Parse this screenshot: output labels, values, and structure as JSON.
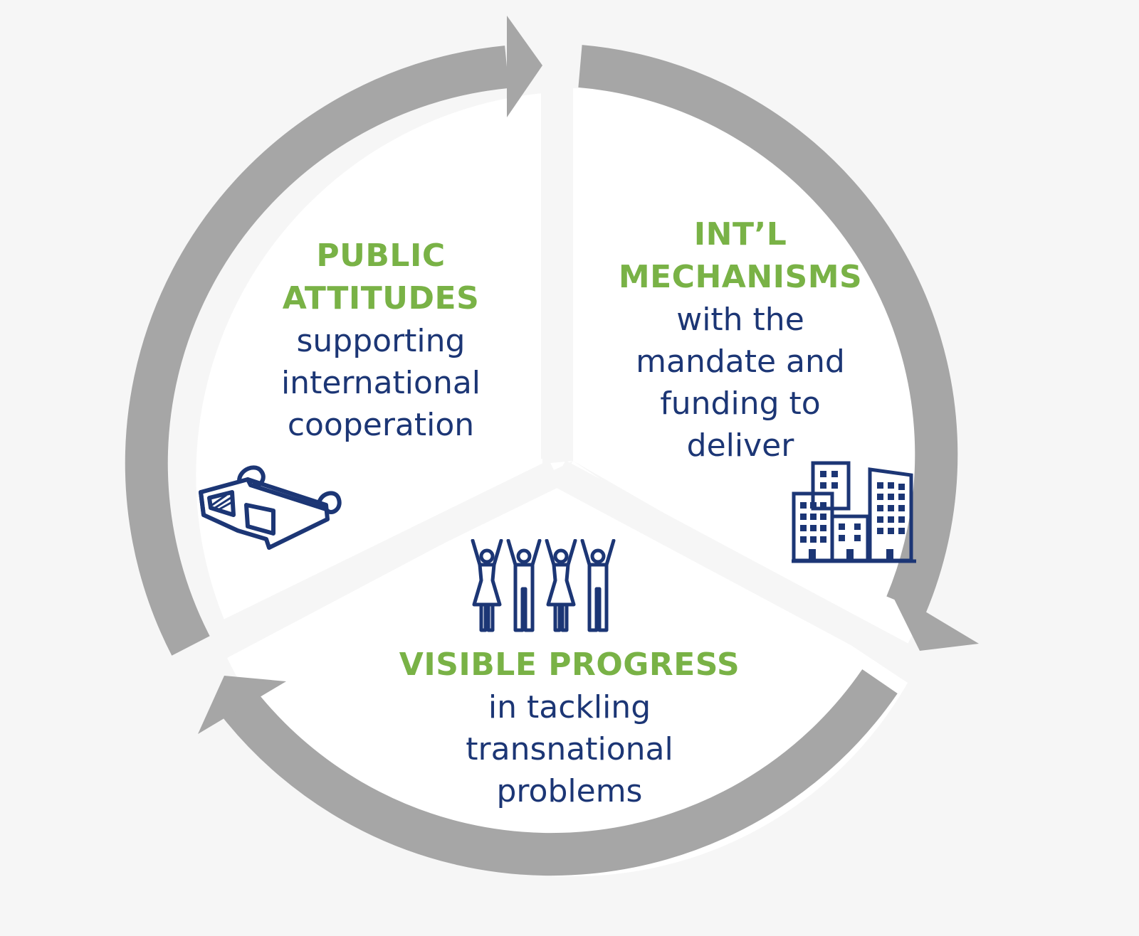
{
  "colors": {
    "background": "#f6f6f6",
    "ring": "#a6a6a6",
    "segment_fill": "#ffffff",
    "heading": "#79b246",
    "body_text": "#1c3675",
    "icon_stroke": "#1c3675"
  },
  "segments": [
    {
      "id": "public",
      "heading_lines": [
        "PUBLIC",
        "ATTITUDES"
      ],
      "body_lines": [
        "supporting",
        "international",
        "cooperation"
      ],
      "icon": "3d-glasses-icon"
    },
    {
      "id": "intl",
      "heading_lines": [
        "INT’L",
        "MECHANISMS"
      ],
      "body_lines": [
        "with the",
        "mandate and",
        "funding to",
        "deliver"
      ],
      "icon": "buildings-icon"
    },
    {
      "id": "visible",
      "heading_lines": [
        "VISIBLE PROGRESS"
      ],
      "body_lines": [
        "in tackling",
        "transnational",
        "problems"
      ],
      "icon": "cheering-people-icon"
    }
  ]
}
